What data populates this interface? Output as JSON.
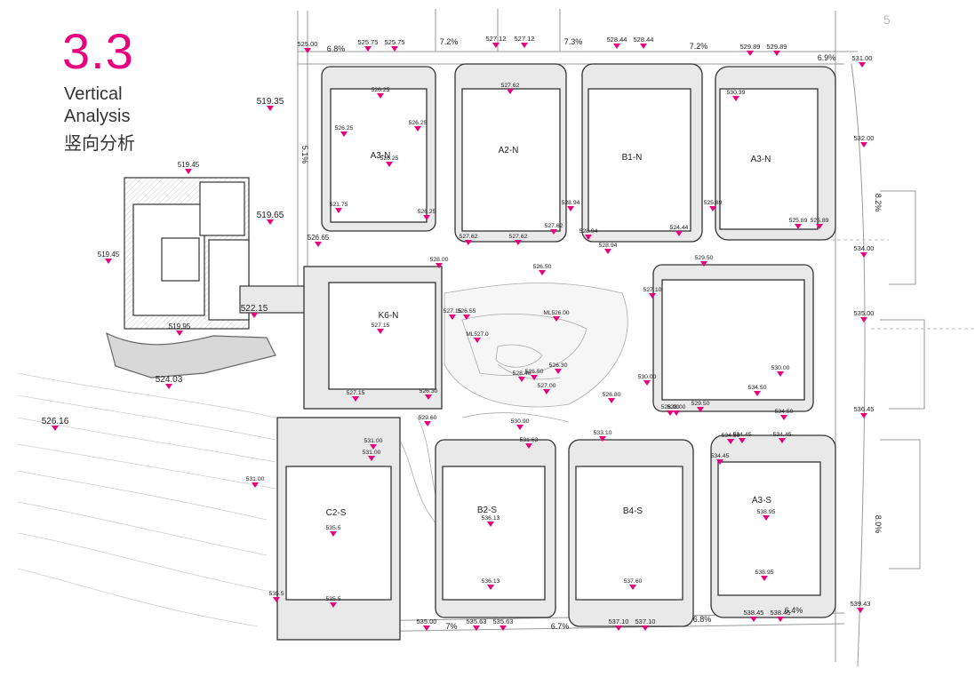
{
  "header": {
    "section_number": "3.3",
    "title_en_1": "Vertical",
    "title_en_2": "Analysis",
    "title_cn": "竖向分析",
    "page_number": "5"
  },
  "colors": {
    "accent": "#e6007e",
    "line": "#333333",
    "light_line": "#c8c8c8",
    "fill": "#e8e8e8"
  },
  "icons": {
    "elevation_marker": "triangle-down-icon"
  },
  "slopes": [
    "6.8%",
    "7.2%",
    "7.3%",
    "7.2%",
    "6.9%",
    "5.1%",
    "8.2%",
    "8.0%",
    "7%",
    "6.7%",
    "6.8%",
    "6.4%"
  ],
  "units": [
    "A3-N",
    "A2-N",
    "B1-N",
    "A3-N",
    "K6-N",
    "C2-S",
    "B2-S",
    "B4-S",
    "A3-S"
  ],
  "elevations": {
    "north_road": [
      "525.00",
      "525.75",
      "525.75",
      "527.12",
      "527.12",
      "528.44",
      "528.44",
      "529.89",
      "529.89",
      "531.00"
    ],
    "east_road": [
      "532.00",
      "534.00",
      "535.00",
      "536.45",
      "539.43"
    ],
    "south_road": [
      "535.00",
      "535.63",
      "535.63",
      "537.10",
      "537.10",
      "538.45",
      "538.45"
    ],
    "west": [
      "519.35",
      "519.45",
      "519.65",
      "519.45",
      "519.95",
      "522.15",
      "524.03",
      "526.16",
      "526.65"
    ],
    "interior": [
      "526.25",
      "526.25",
      "526.25",
      "526.25",
      "521.75",
      "526.25",
      "527.62",
      "527.62",
      "527.62",
      "527.62",
      "528.00",
      "528.94",
      "528.94",
      "528.94",
      "530.39",
      "525.89",
      "525.89",
      "525.89",
      "524.44",
      "528.00",
      "526.50",
      "527.15",
      "526.55",
      "527.15",
      "526.30",
      "527.15",
      "529.60",
      "528.40",
      "526.50",
      "526.30",
      "527.00",
      "526.80",
      "530.00",
      "530.00",
      "534.50",
      "534.50",
      "529.50",
      "528.00",
      "529.50",
      "527.10",
      "534.50",
      "530.90",
      "531.63",
      "533.10",
      "531.00",
      "531.00",
      "531.00",
      "535.5",
      "535.5",
      "535.5",
      "536.13",
      "536.13",
      "537.60",
      "534.45",
      "534.45",
      "534.45",
      "538.95",
      "538.95"
    ],
    "special": [
      "ML526.00",
      "ML527.0"
    ]
  }
}
